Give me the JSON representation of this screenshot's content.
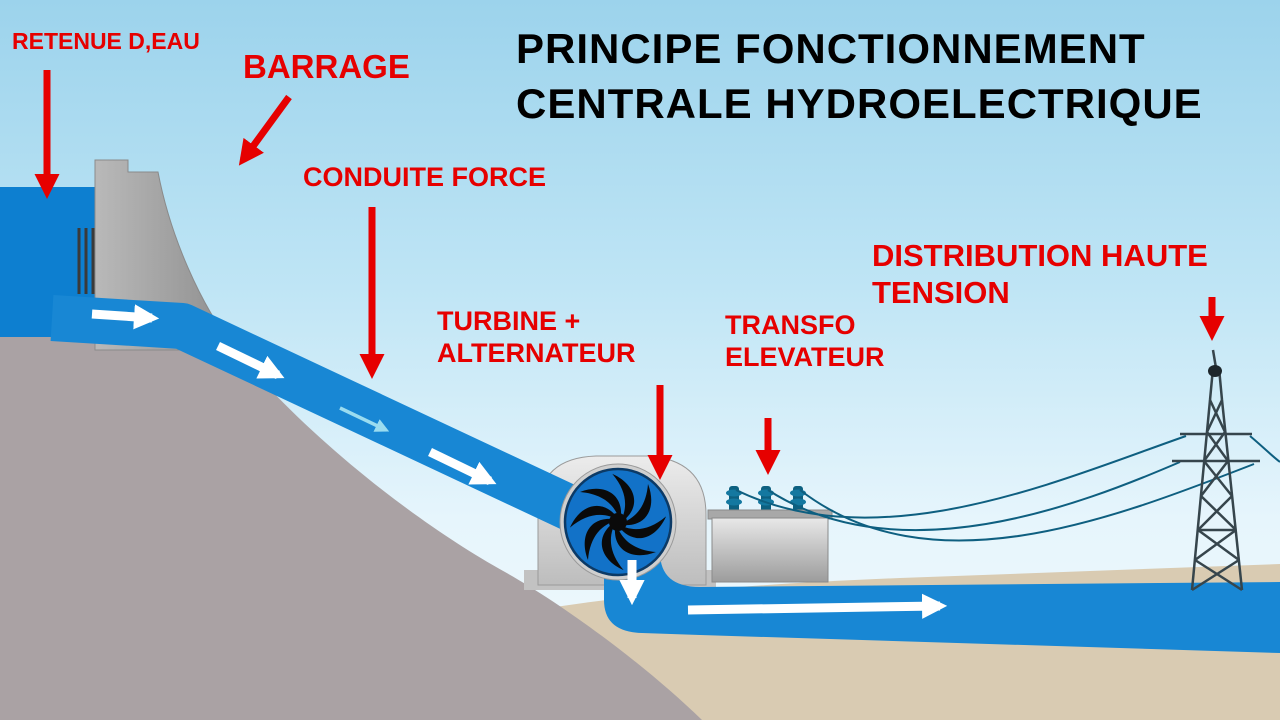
{
  "title": {
    "line1": "PRINCIPE FONCTIONNEMENT",
    "line2": "CENTRALE HYDROELECTRIQUE"
  },
  "labels": {
    "reservoir": "RETENUE D,EAU",
    "dam": "BARRAGE",
    "penstock": "CONDUITE FORCE",
    "turbine_line1": "TURBINE +",
    "turbine_line2": "ALTERNATEUR",
    "transformer_line1": "TRANSFO",
    "transformer_line2": "ELEVATEUR",
    "distribution_line1": "DISTRIBUTION HAUTE",
    "distribution_line2": "TENSION"
  },
  "colors": {
    "annotation_red": "#e60000",
    "title_black": "#000000",
    "water_blue": "#0d7fd0",
    "pipe_blue": "#1887d4",
    "dam_gray": "#a6a6a6",
    "hill_gray": "#aaa2a4",
    "ground_tan": "#d9cbb2",
    "flow_arrow_white": "#ffffff"
  }
}
